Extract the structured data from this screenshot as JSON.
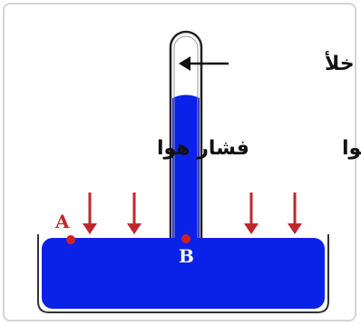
{
  "labels": {
    "vacuum": "خلأ",
    "air_pressure_left": "فشار هوا",
    "air_pressure_right": "فشار هوا",
    "point_a": "A",
    "point_b": "B"
  },
  "colors": {
    "mercury": "#0a22e8",
    "arrow": "#c0272d",
    "point": "#d21f26",
    "point_a_label": "#c0272d",
    "point_b_label": "#ffffff",
    "tube_outline": "#222222",
    "background": "#ffffff"
  }
}
